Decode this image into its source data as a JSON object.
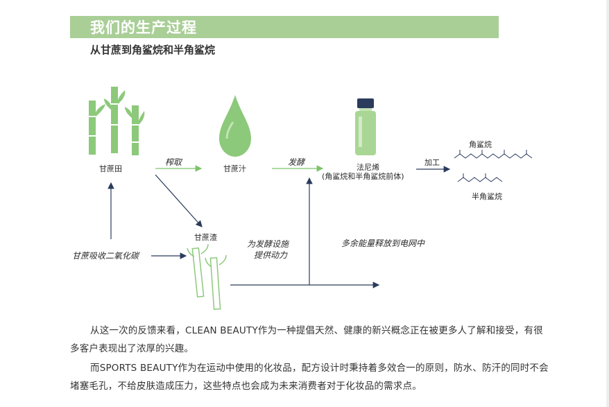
{
  "header": {
    "title": "我们的生产过程"
  },
  "subtitle": "从甘蔗到角鲨烷和半角鲨烷",
  "diagram": {
    "nodes": {
      "sugarcane_field": "甘蔗田",
      "juice": "甘蔗汁",
      "farnesene": "法尼烯",
      "farnesene_sub": "(角鲨烷和半角鲨烷前体)",
      "squalane": "角鲨烷",
      "hemisqualane": "半角鲨烷",
      "bagasse": "甘蔗渣"
    },
    "edges": {
      "press": "榨取",
      "ferment": "发酵",
      "process": "加工",
      "co2": "甘蔗吸收二氧化碳",
      "power_line1": "为发酵设施",
      "power_line2": "提供动力",
      "grid": "多余能量释放到电网中"
    },
    "colors": {
      "green": "#8cc97a",
      "light_green": "#c4e3b6",
      "navy": "#2a3b5c",
      "arrow_green": "#7dc36a"
    }
  },
  "paragraphs": [
    "从这一次的反馈来看，CLEAN BEAUTY作为一种提倡天然、健康的新兴概念正在被更多人了解和接受，有很多客户表现出了浓厚的兴趣。",
    "而SPORTS BEAUTY作为在运动中使用的化妆品，配方设计时秉持着多效合一的原则，防水、防汗的同时不会堵塞毛孔，不给皮肤造成压力，这些特点也会成为未来消费者对于化妆品的需求点。"
  ]
}
